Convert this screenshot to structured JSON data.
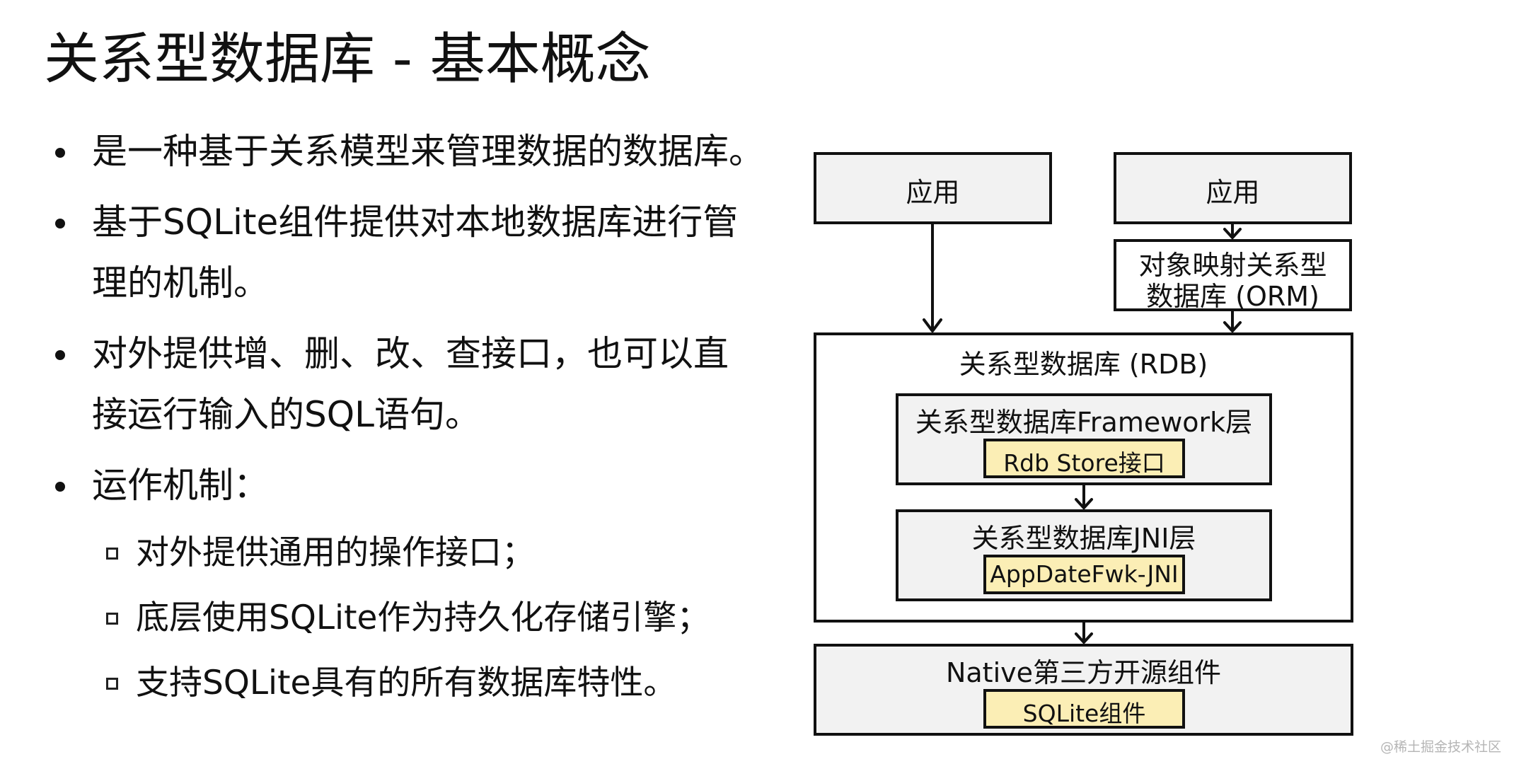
{
  "title": "关系型数据库 - 基本概念",
  "bullets": [
    {
      "lines": [
        "是一种基于关系模型来管理数据的数据库。"
      ]
    },
    {
      "lines": [
        "基于SQLite组件提供对本地数据库进行管",
        "理的机制。"
      ]
    },
    {
      "lines": [
        "对外提供增、删、改、查接口，也可以直",
        "接运行输入的SQL语句。"
      ]
    },
    {
      "lines": [
        "运作机制："
      ]
    }
  ],
  "sub_bullets": [
    "对外提供通用的操作接口；",
    "底层使用SQLite作为持久化存储引擎；",
    "支持SQLite具有的所有数据库特性。"
  ],
  "diagram": {
    "app_left": "应用",
    "app_right": "应用",
    "orm": [
      "对象映射关系型",
      "数据库 (ORM)"
    ],
    "rdb": "关系型数据库 (RDB)",
    "framework_layer": "关系型数据库Framework层",
    "rdb_store": "Rdb Store接口",
    "jni_layer": "关系型数据库JNI层",
    "jni_component": "AppDateFwk-JNI",
    "native": "Native第三方开源组件",
    "sqlite": "SQLite组件"
  },
  "watermark": "@稀土掘金技术社区",
  "colors": {
    "box_fill": "#f2f2f2",
    "highlight_fill": "#fbeeb5",
    "border": "#111111"
  }
}
